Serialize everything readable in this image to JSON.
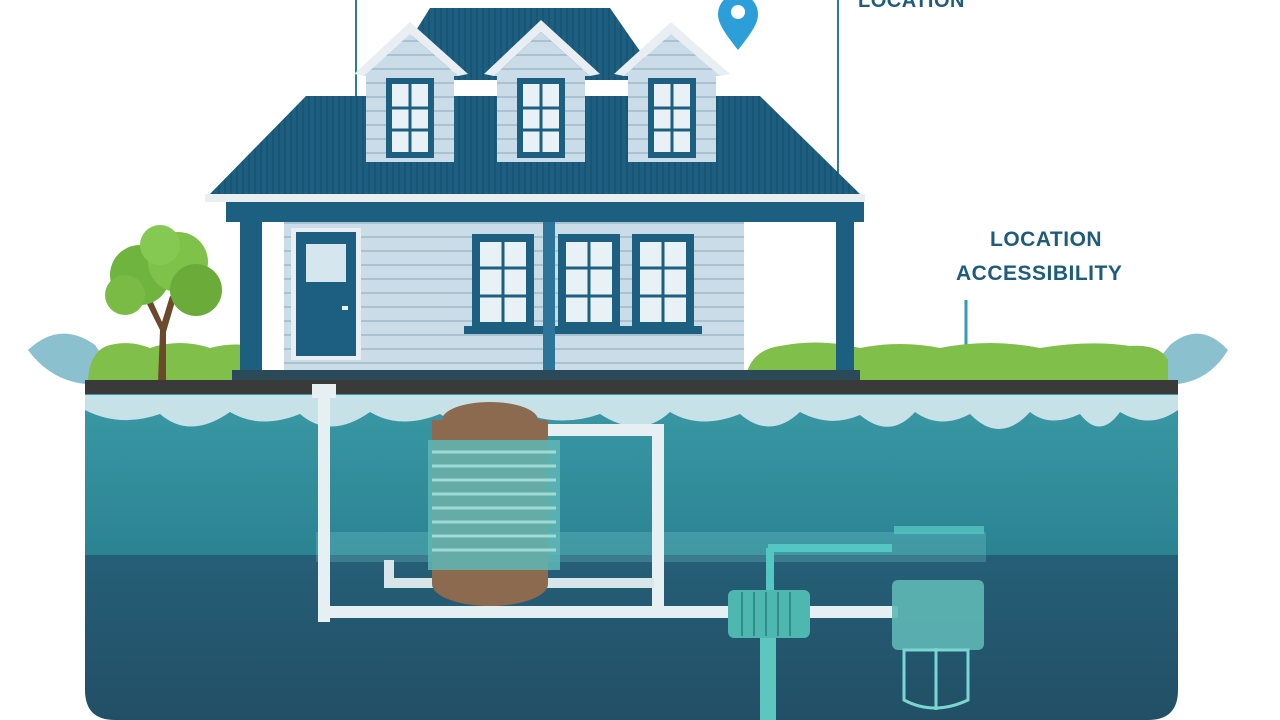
{
  "labels": {
    "top_partial": "LOCATION",
    "location": "LOCATION",
    "accessibility": "ACCESSIBILITY"
  },
  "colors": {
    "roof": "#1d5f80",
    "house_siding": "#c3d7e3",
    "water_upper": "#2e8e9c",
    "water_lower": "#25637a",
    "ground_line": "#3a3a3a",
    "grass": "#7fbf4a",
    "pin": "#2d9fd8",
    "label": "#1f5c7a"
  },
  "icons": [
    "location-pin-icon"
  ]
}
